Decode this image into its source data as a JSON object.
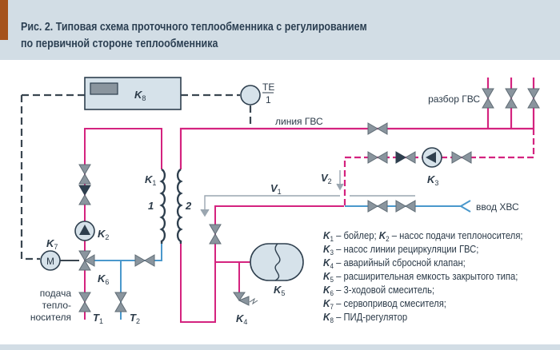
{
  "header": {
    "title_line1": "Рис. 2. Типовая схема проточного теплообменника с регулированием",
    "title_line2": "по первичной стороне теплообменника"
  },
  "colors": {
    "hot_line": "#d4237f",
    "cold_line": "#4a98cc",
    "signal_line": "#3a4650",
    "return_flow": "#9aa6b0",
    "component_fill": "#d6e2ea",
    "valve_fill": "#8a959e",
    "dark": "#2e3f4e",
    "header_bg": "#d2dde5",
    "accent": "#a5521c"
  },
  "labels": {
    "k8": "K",
    "k8_sub": "8",
    "te_top": "TE",
    "te_bottom": "1",
    "line_gvs": "линия ГВС",
    "razbor_gvs": "разбор ГВС",
    "vvod_hvs": "ввод ХВС",
    "k1": "K",
    "k1_sub": "1",
    "side_1": "1",
    "side_2": "2",
    "k2": "K",
    "k2_sub": "2",
    "k3": "K",
    "k3_sub": "3",
    "k4": "K",
    "k4_sub": "4",
    "k5": "K",
    "k5_sub": "5",
    "k6": "K",
    "k6_sub": "6",
    "k7": "K",
    "k7_sub": "7",
    "motor": "M",
    "v1": "V",
    "v1_sub": "1",
    "v2": "V",
    "v2_sub": "2",
    "t1": "T",
    "t1_sub": "1",
    "t2": "T",
    "t2_sub": "2",
    "supply_line1": "подача",
    "supply_line2": "тепло-",
    "supply_line3": "носителя"
  },
  "legend": [
    {
      "key": "K",
      "sub": "1",
      "text": " – бойлер; "
    },
    {
      "key": "K",
      "sub": "2",
      "text": " – насос подачи теплоносителя;"
    },
    {
      "key": "K",
      "sub": "3",
      "text": " – насос линии рециркуляции ГВС;"
    },
    {
      "key": "K",
      "sub": "4",
      "text": " – аварийный сбросной клапан;"
    },
    {
      "key": "K",
      "sub": "5",
      "text": " – расширительная  емкость закрытого типа;"
    },
    {
      "key": "K",
      "sub": "6",
      "text": " – 3-ходовой смеситель;"
    },
    {
      "key": "K",
      "sub": "7",
      "text": " – сервопривод смесителя;"
    },
    {
      "key": "K",
      "sub": "8",
      "text": " – ПИД-регулятор"
    }
  ]
}
